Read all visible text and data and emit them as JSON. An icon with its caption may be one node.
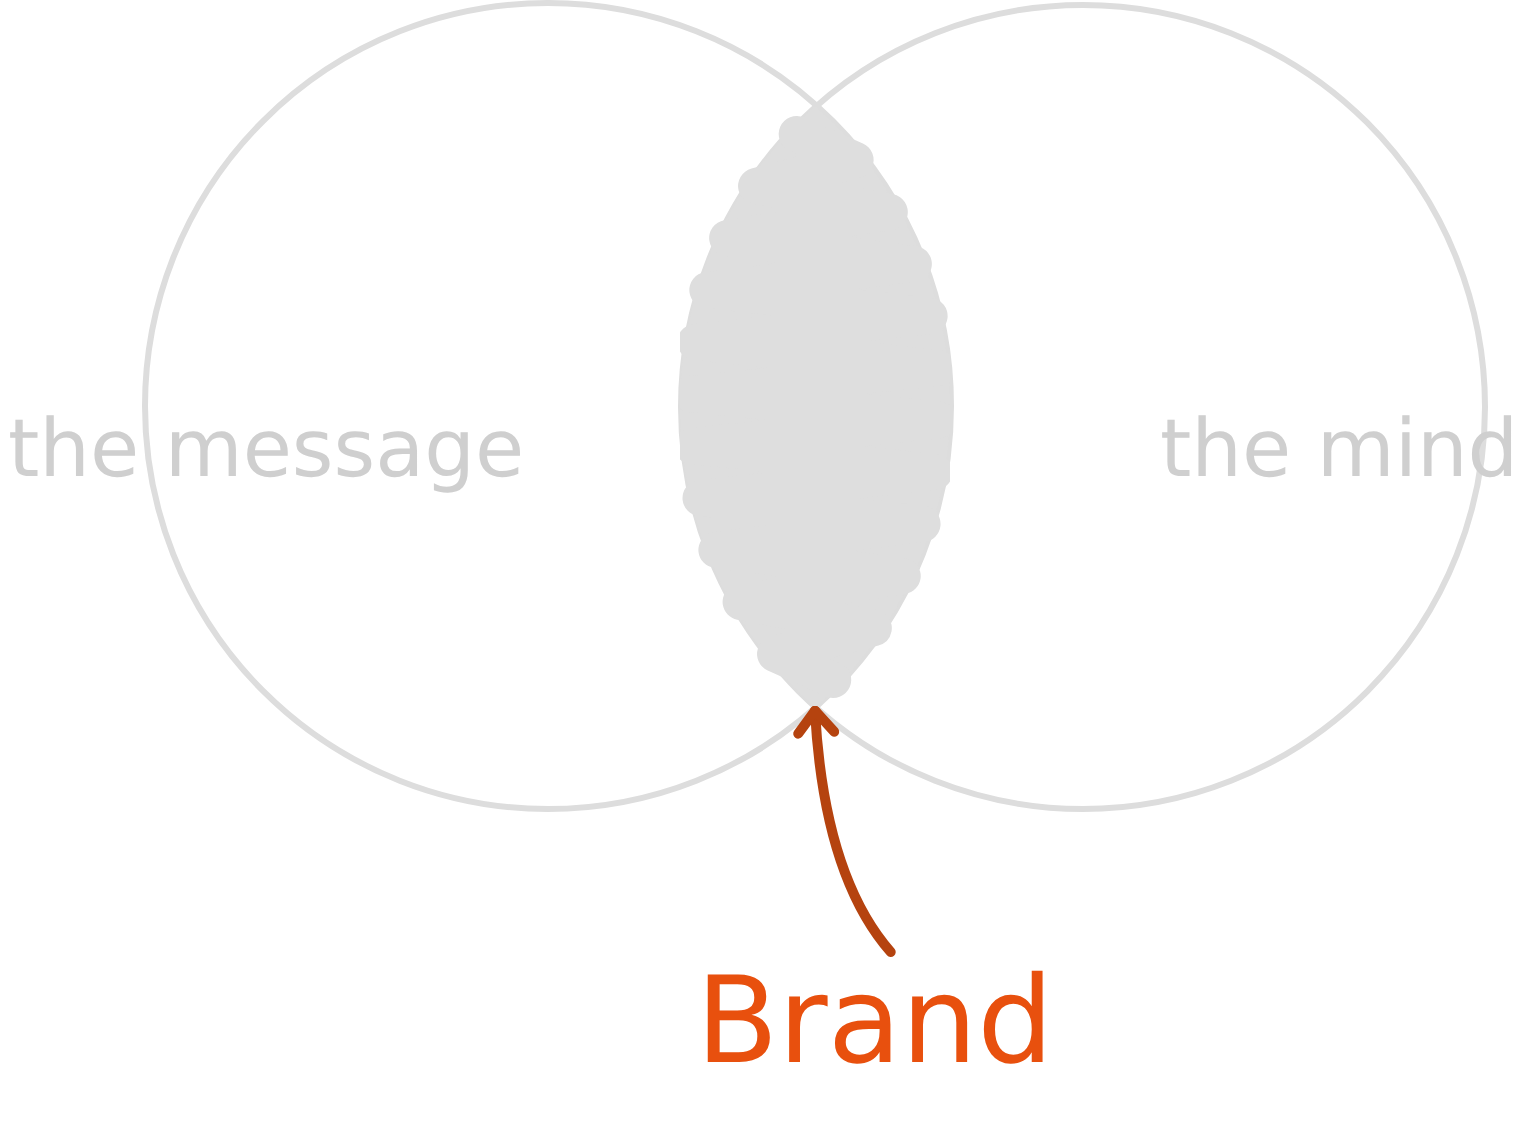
{
  "diagram": {
    "nodes": [
      {
        "text": [
          "the message"
        ]
      },
      {
        "text": [
          "the mind"
        ]
      },
      {
        "text": [],
        "shape": "lens"
      },
      {
        "text": [
          "Brand"
        ]
      }
    ],
    "edges": [
      {
        "from": 3,
        "to": 2,
        "arrow": "to"
      }
    ]
  }
}
